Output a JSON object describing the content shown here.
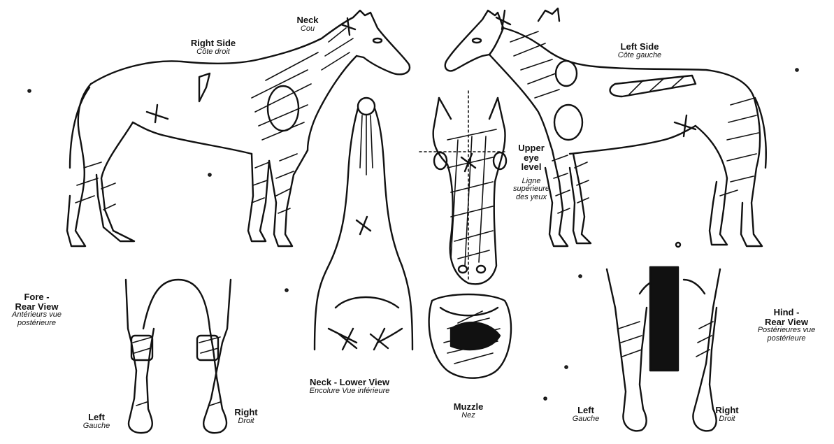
{
  "labels": {
    "neck": {
      "en": "Neck",
      "fr": "Cou"
    },
    "right_side": {
      "en": "Right Side",
      "fr": "Côte droit"
    },
    "left_side": {
      "en": "Left Side",
      "fr": "Côte gauche"
    },
    "upper_eye": {
      "en1": "Upper",
      "en2": "eye",
      "en3": "level",
      "fr1": "Ligne",
      "fr2": "supérieure",
      "fr3": "des yeux"
    },
    "fore_rear": {
      "en1": "Fore -",
      "en2": "Rear View",
      "fr1": "Antérieurs vue",
      "fr2": "postérieure"
    },
    "hind_rear": {
      "en1": "Hind -",
      "en2": "Rear View",
      "fr1": "Postérieures vue",
      "fr2": "postérieure"
    },
    "neck_lower": {
      "en": "Neck - Lower View",
      "fr": "Encolure Vue inférieure"
    },
    "muzzle": {
      "en": "Muzzle",
      "fr": "Nez"
    },
    "fore_left": {
      "en": "Left",
      "fr": "Gauche"
    },
    "fore_right": {
      "en": "Right",
      "fr": "Droit"
    },
    "hind_left": {
      "en": "Left",
      "fr": "Gauche"
    },
    "hind_right": {
      "en": "Right",
      "fr": "Droit"
    }
  }
}
